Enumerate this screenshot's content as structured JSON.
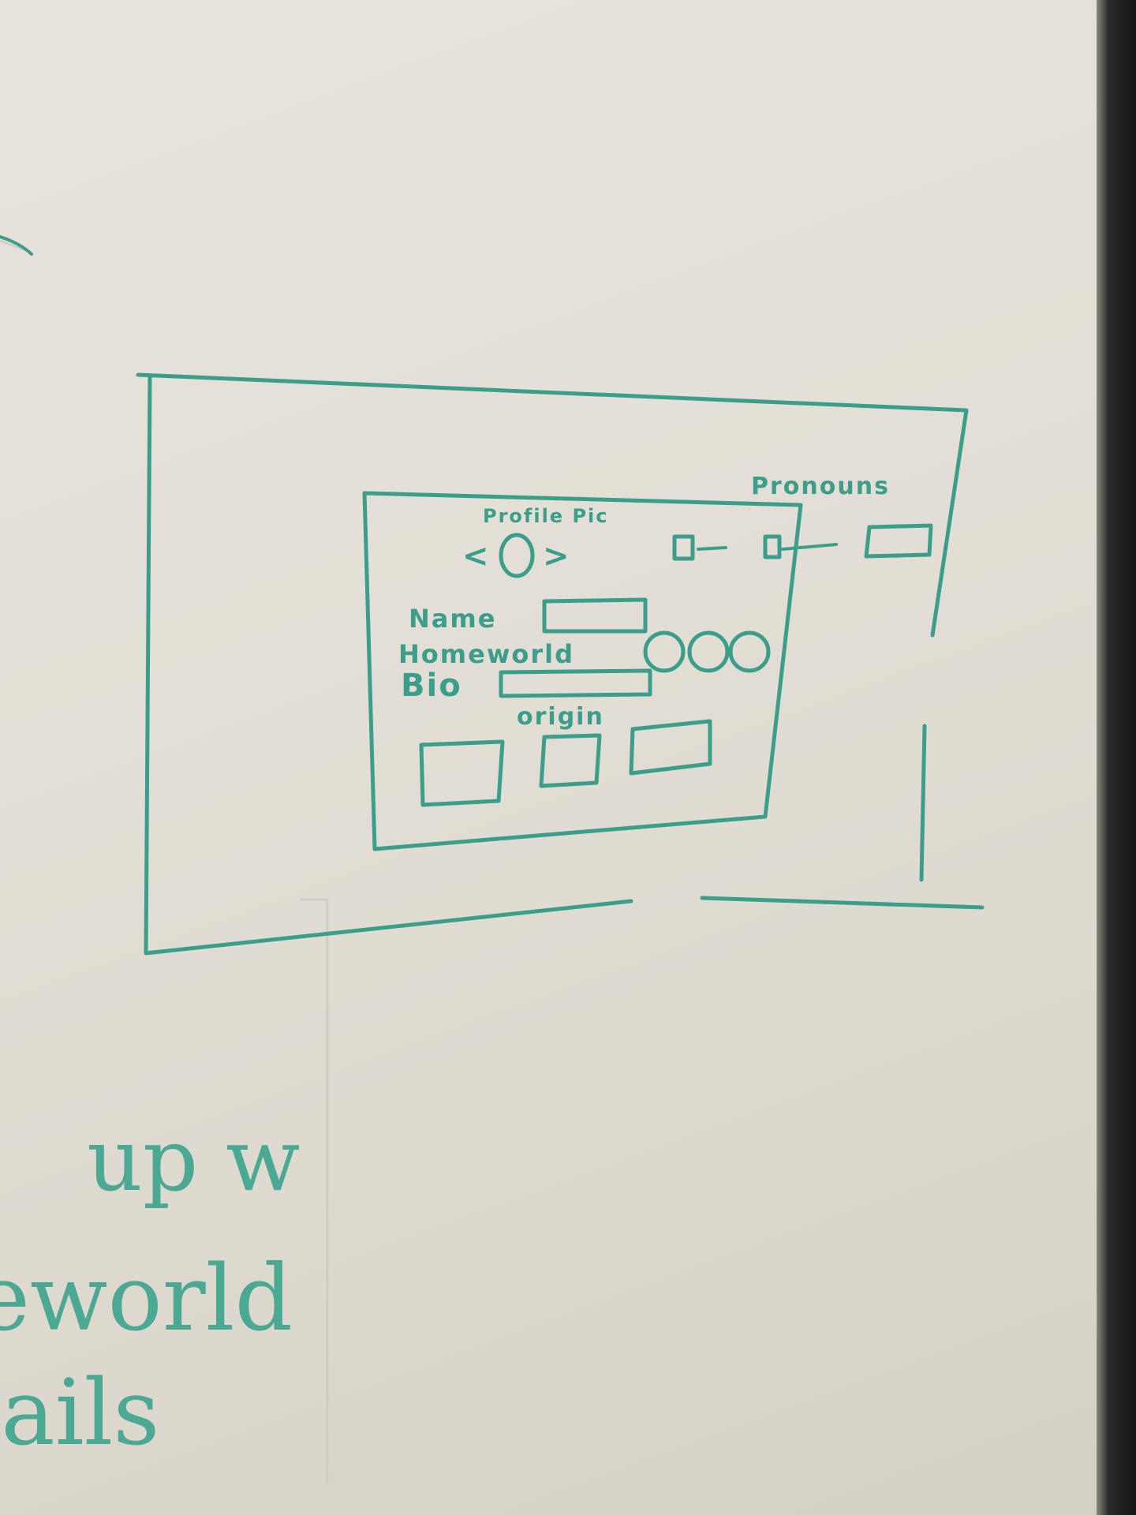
{
  "ink_color": "#3b9e8a",
  "wireframe": {
    "pronouns_label": "Pronouns",
    "profile_pic_label": "Profile Pic",
    "carousel_prev": "<",
    "carousel_next": ">",
    "name_label": "Name",
    "homeworld_label": "Homeworld",
    "bio_label": "Bio",
    "origin_label": "origin"
  },
  "margin_notes": {
    "line1": "up w",
    "line2": "eworld",
    "line3": "tails"
  }
}
